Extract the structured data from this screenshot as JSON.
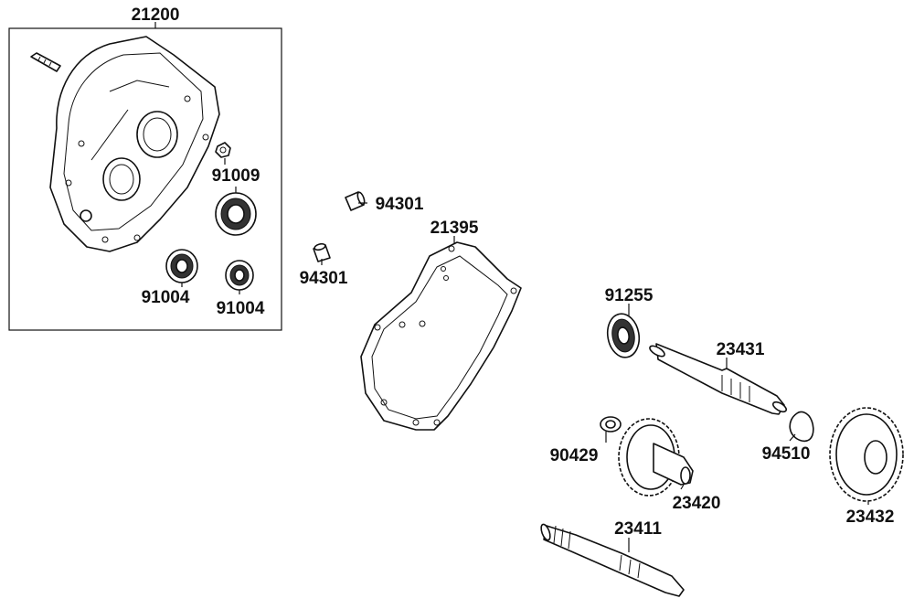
{
  "labels": {
    "p21200": "21200",
    "p91009": "91009",
    "p91004a": "91004",
    "p91004b": "91004",
    "p94301a": "94301",
    "p94301b": "94301",
    "p21395": "21395",
    "p91255": "91255",
    "p23431": "23431",
    "p90429": "90429",
    "p94510": "94510",
    "p23420": "23420",
    "p23432": "23432",
    "p23411": "23411"
  }
}
